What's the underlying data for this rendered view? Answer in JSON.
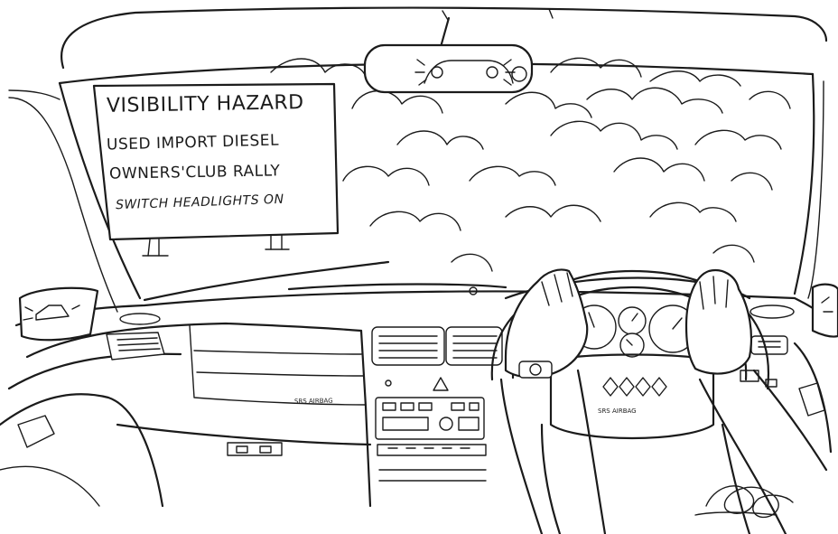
{
  "sign": {
    "line1": "VISIBILITY HAZARD",
    "line2": "USED IMPORT DIESEL",
    "line3": "OWNERS'CLUB RALLY",
    "line4": "SWITCH HEADLIGHTS ON"
  },
  "dashboard": {
    "airbag_label": "SRS AIRBAG",
    "wheel_label": "SRS AIRBAG"
  },
  "colors": {
    "ink": "#1b1b1b",
    "paper": "#ffffff"
  }
}
